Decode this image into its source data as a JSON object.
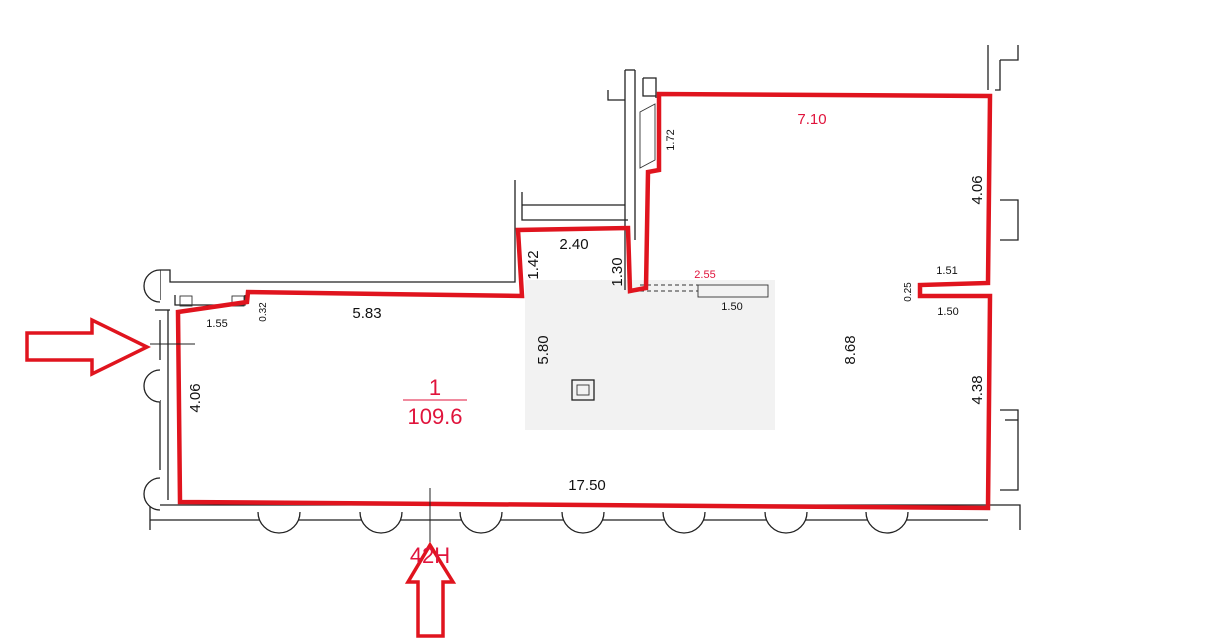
{
  "colors": {
    "outline": "#e0141e",
    "room_label": "#e0143c",
    "walls": "#222222",
    "background": "#ffffff"
  },
  "room": {
    "number": "1",
    "area": "109.6"
  },
  "dimensions": {
    "top_right_width": "7.10",
    "right_upper": "4.06",
    "right_lower": "4.38",
    "left_side": "4.06",
    "bottom": "17.50",
    "top_left": "5.83",
    "center_height": "5.80",
    "right_height": "8.68",
    "niche_width": "2.40",
    "niche_depth": "1.42",
    "niche_right": "1.30",
    "corridor_wall": "1.72",
    "small_red": "2.55",
    "beam": "1.50",
    "right_step_top": "1.51",
    "right_step_bottom": "1.50",
    "right_step_height": "0.25",
    "left_window": "1.55",
    "left_step": "0.32"
  },
  "entrance_label": "42H"
}
